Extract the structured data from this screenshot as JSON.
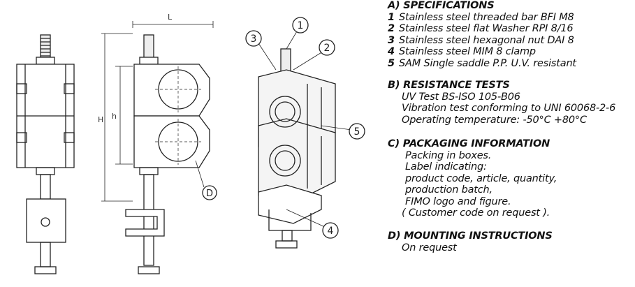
{
  "drawing_labels": {
    "L": "L",
    "H": "H",
    "h": "h",
    "D": "D",
    "c1": "1",
    "c2": "2",
    "c3": "3",
    "c4": "4",
    "c5": "5"
  },
  "specifications": {
    "heading": "A) SPECIFICATIONS",
    "items": [
      {
        "num": "1",
        "text": "Stainless steel threaded bar BFI M8"
      },
      {
        "num": "2",
        "text": "Stainless steel flat Washer RPI 8/16"
      },
      {
        "num": "3",
        "text": "Stainless steel hexagonal nut DAI 8"
      },
      {
        "num": "4",
        "text": "Stainless steel MIM 8  clamp"
      },
      {
        "num": "5",
        "text": "SAM Single saddle P.P. U.V. resistant"
      }
    ]
  },
  "resistance": {
    "heading": "B) RESISTANCE TESTS",
    "lines": [
      "UV Test BS-ISO 105-B06",
      "Vibration test conforming to UNI 60068-2-6",
      "Operating temperature: -50°C +80°C"
    ]
  },
  "packaging": {
    "heading": "C) PACKAGING INFORMATION",
    "lines": [
      "Packing in boxes.",
      "Label indicating:",
      "product code, article, quantity,",
      "production batch,",
      "FIMO logo and figure.",
      "( Customer code on request )."
    ]
  },
  "mounting": {
    "heading": "D) MOUNTING INSTRUCTIONS",
    "lines": [
      "On request"
    ]
  }
}
